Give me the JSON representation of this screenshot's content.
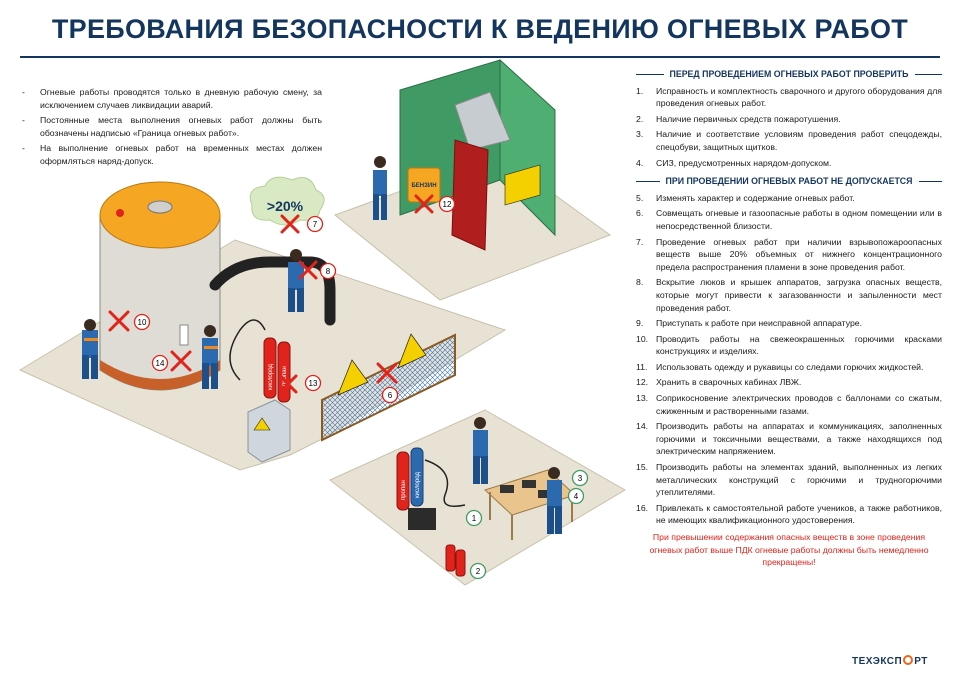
{
  "title": "ТРЕБОВАНИЯ БЕЗОПАСНОСТИ К ВЕДЕНИЮ ОГНЕВЫХ РАБОТ",
  "intro": [
    "Огневые работы проводятся только в дневную рабочую смену, за исключением случаев ликвидации аварий.",
    "Постоянные места выполнения огневых работ должны быть обозначены надписью «Граница огневых работ».",
    "На выполнение огневых работ на временных местах должен оформляться наряд-допуск."
  ],
  "check_section": {
    "title": "ПЕРЕД ПРОВЕДЕНИЕМ ОГНЕВЫХ РАБОТ ПРОВЕРИТЬ",
    "items": [
      {
        "n": "1.",
        "t": "Исправность и комплектность сварочного и другого оборудования для проведения огневых работ."
      },
      {
        "n": "2.",
        "t": "Наличие первичных средств пожаротушения."
      },
      {
        "n": "3.",
        "t": "Наличие и соответствие условиям проведения работ спецодежды, спецобуви, защитных щитков."
      },
      {
        "n": "4.",
        "t": "СИЗ, предусмотренных нарядом-допуском."
      }
    ]
  },
  "forbid_section": {
    "title": "ПРИ ПРОВЕДЕНИИ ОГНЕВЫХ РАБОТ НЕ ДОПУСКАЕТСЯ",
    "items": [
      {
        "n": "5.",
        "t": "Изменять характер и содержание огневых работ."
      },
      {
        "n": "6.",
        "t": "Совмещать огневые и газоопасные работы в одном помещении или в непосредственной близости."
      },
      {
        "n": "7.",
        "t": "Проведение огневых работ при наличии взрывопожароопасных веществ выше 20% объемных от нижнего концентрационного предела распространения пламени в зоне проведения работ."
      },
      {
        "n": "8.",
        "t": "Вскрытие люков и крышек аппаратов, загрузка опасных веществ, которые могут привести к загазованности и запыленности мест проведения работ."
      },
      {
        "n": "9.",
        "t": "Приступать к работе при неисправной аппаратуре."
      },
      {
        "n": "10.",
        "t": "Проводить работы на свежеокрашенных горючими красками конструкциях и изделиях."
      },
      {
        "n": "11.",
        "t": "Использовать одежду и рукавицы со следами горючих жидкостей."
      },
      {
        "n": "12.",
        "t": "Хранить в сварочных кабинах ЛВЖ."
      },
      {
        "n": "13.",
        "t": "Соприкосновение электрических проводов с баллонами со сжатым, сжиженным и растворенными газами."
      },
      {
        "n": "14.",
        "t": "Производить работы на аппаратах и коммуникациях, заполненных горючими и токсичными веществами, а также находящихся под электрическим напряжением."
      },
      {
        "n": "15.",
        "t": "Производить работы на элементах зданий, выполненных из легких металлических конструкций с горючими и трудногорючими утеплителями."
      },
      {
        "n": "16.",
        "t": "Привлекать к самостоятельной работе учеников, а также работников, не имеющих квалификационного удостоверения."
      }
    ]
  },
  "warning": "При превышении содержания опасных веществ в зоне проведения огневых работ выше ПДК огневые работы должны быть немедленно прекращены!",
  "illustration": {
    "gas_label": ">20%",
    "canister_label": "БЕНЗИН",
    "propane_label": "пропан",
    "oxygen_label": "кислород",
    "markers": [
      "1",
      "2",
      "3",
      "4",
      "6",
      "7",
      "8",
      "10",
      "12",
      "13",
      "14"
    ]
  },
  "logo": {
    "pre": "ТЕХЭКСП",
    "post": "РТ"
  },
  "colors": {
    "title": "#14365e",
    "warning": "#e0231b",
    "marker": "#e0231b",
    "accent": "#f5a623",
    "green": "#3f9b63"
  }
}
